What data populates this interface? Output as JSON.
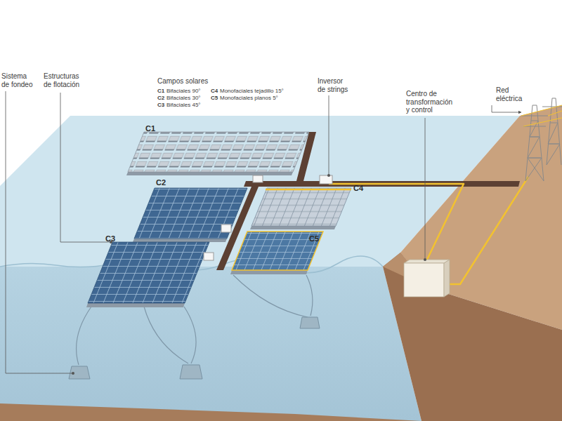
{
  "diagram": {
    "labels": [
      "Sistema de fondeo",
      "Estructuras de flotación",
      "Campos solares",
      "C1",
      "Bifaciales 90°",
      "C2",
      "Bifaciales 30°",
      "C3",
      "Bifaciales 45°",
      "C4",
      "Monofaciales tejadillo 15°",
      "C5",
      "Monofaciales planos 5°",
      "Inversor de strings",
      "Centro de transformación y control",
      "Red eléctrica",
      "C1",
      "C2",
      "C3",
      "C4",
      "C5"
    ]
  }
}
